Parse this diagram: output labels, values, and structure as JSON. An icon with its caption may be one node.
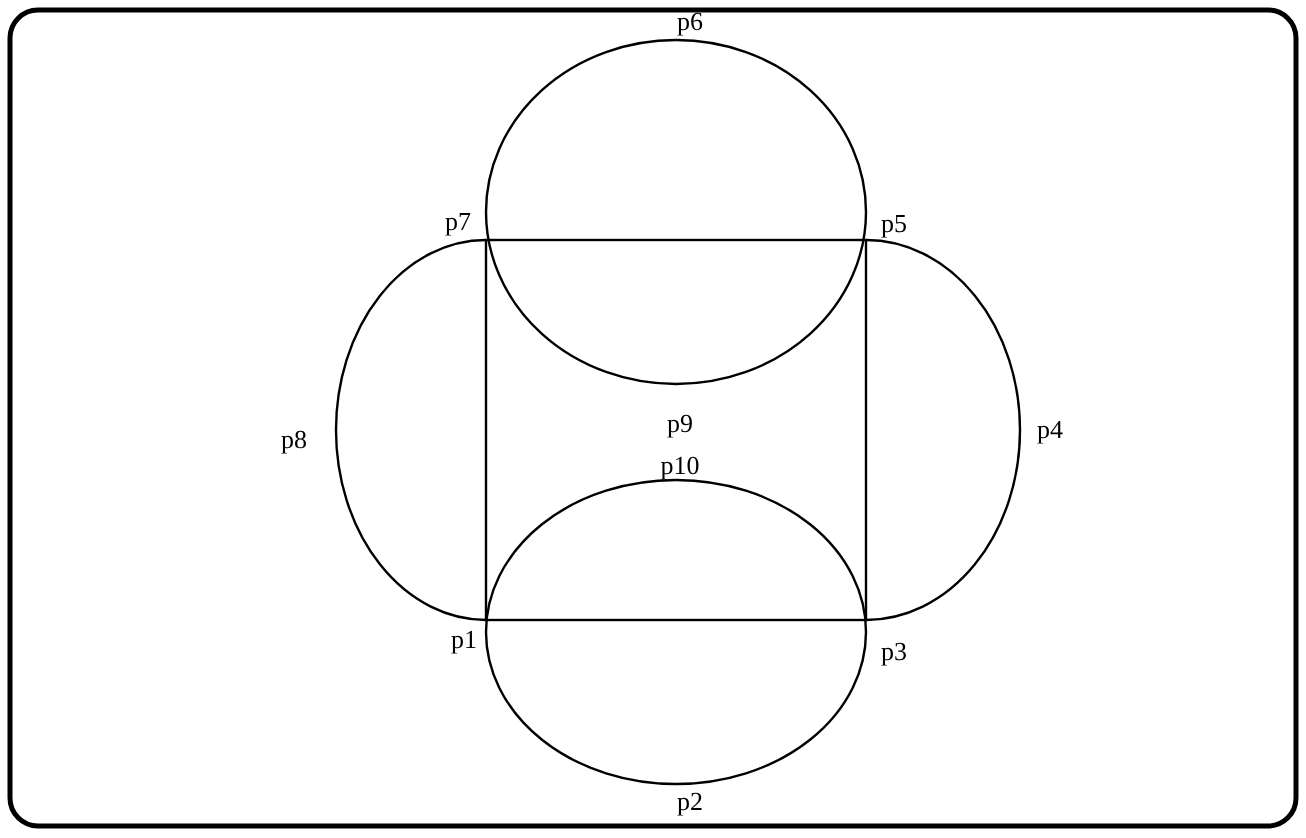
{
  "diagram": {
    "labels": [
      "p6",
      "p7",
      "p5",
      "p8",
      "p9",
      "p4",
      "p10",
      "p1",
      "p3",
      "p2"
    ]
  }
}
